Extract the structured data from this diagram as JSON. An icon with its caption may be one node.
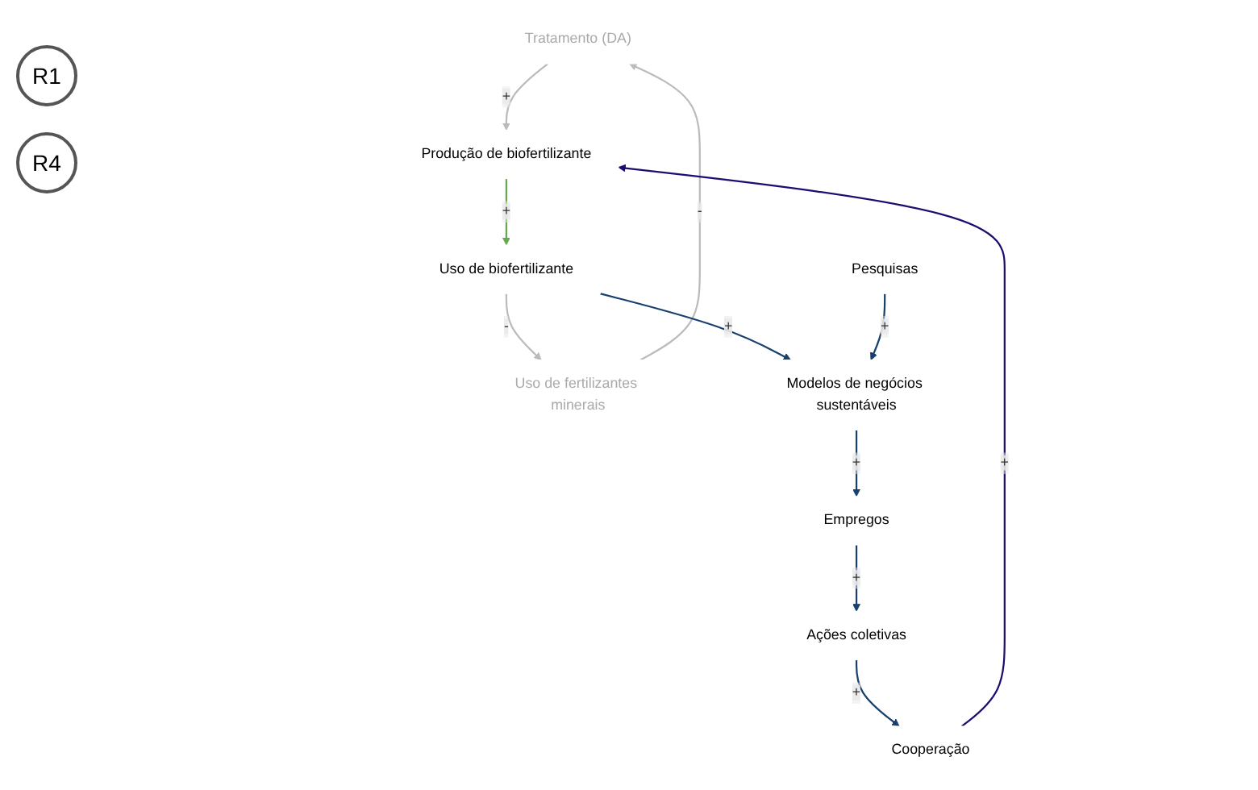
{
  "diagram": {
    "nodes": [
      {
        "text": [
          "Tratamento (DA)"
        ]
      },
      {
        "text": [
          "Uso de fertilizantes minerais"
        ]
      },
      {
        "text": [
          "Produção de biofertilizante"
        ]
      },
      {
        "text": [
          "Uso de biofertilizante"
        ]
      },
      {
        "text": [
          "Pesquisas"
        ]
      },
      {
        "text": [
          "Modelos de negócios sustentáveis"
        ]
      },
      {
        "text": [
          "Cooperação"
        ]
      },
      {
        "text": [
          "Empregos"
        ]
      },
      {
        "text": [
          "Ações coletivas"
        ]
      }
    ],
    "edges": [
      {
        "from": 0,
        "to": 2,
        "arrow": "to",
        "label": "+",
        "color": "#bbbbbb"
      },
      {
        "from": 1,
        "to": 0,
        "arrow": "to",
        "label": "-",
        "color": "#bbbbbb"
      },
      {
        "from": 2,
        "to": 3,
        "arrow": "to",
        "label": "+",
        "color": "#6aa84f"
      },
      {
        "from": 3,
        "to": 1,
        "arrow": "to",
        "label": "-",
        "color": "#bbbbbb"
      },
      {
        "from": 3,
        "to": 5,
        "arrow": "to",
        "label": "+"
      },
      {
        "from": 4,
        "to": 5,
        "arrow": "to",
        "label": "+"
      },
      {
        "from": 5,
        "to": 7,
        "arrow": "to",
        "label": "+"
      },
      {
        "from": 7,
        "to": 8,
        "arrow": "to",
        "label": "+"
      },
      {
        "from": 8,
        "to": 6,
        "arrow": "to",
        "label": "+"
      },
      {
        "from": 6,
        "to": 2,
        "arrow": "to",
        "label": "+",
        "color": "#1b0e6e"
      }
    ],
    "labels": [
      "R1",
      "R4"
    ]
  }
}
